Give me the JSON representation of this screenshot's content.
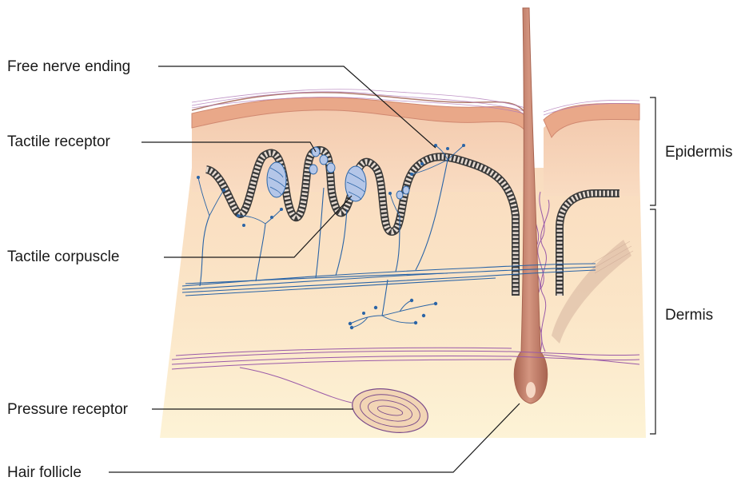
{
  "labels": {
    "free_nerve_ending": "Free nerve ending",
    "tactile_receptor": "Tactile receptor",
    "tactile_corpuscle": "Tactile corpuscle",
    "pressure_receptor": "Pressure receptor",
    "hair_follicle": "Hair follicle",
    "epidermis": "Epidermis",
    "dermis": "Dermis"
  },
  "colors": {
    "skin_surface": "#e7c4a4",
    "skin_surface_dark": "#d49a86",
    "epidermis_fill": "#f9ddc3",
    "dermis_fill": "#fbe7c8",
    "dermis_low": "#fdf2d3",
    "hair": "#c5826a",
    "hair_dark": "#a86450",
    "nerve_blue": "#2a64a6",
    "nerve_purple": "#9a5aa8",
    "basement_border": "#3a3a3a",
    "leader_line": "#1a1a1a"
  }
}
